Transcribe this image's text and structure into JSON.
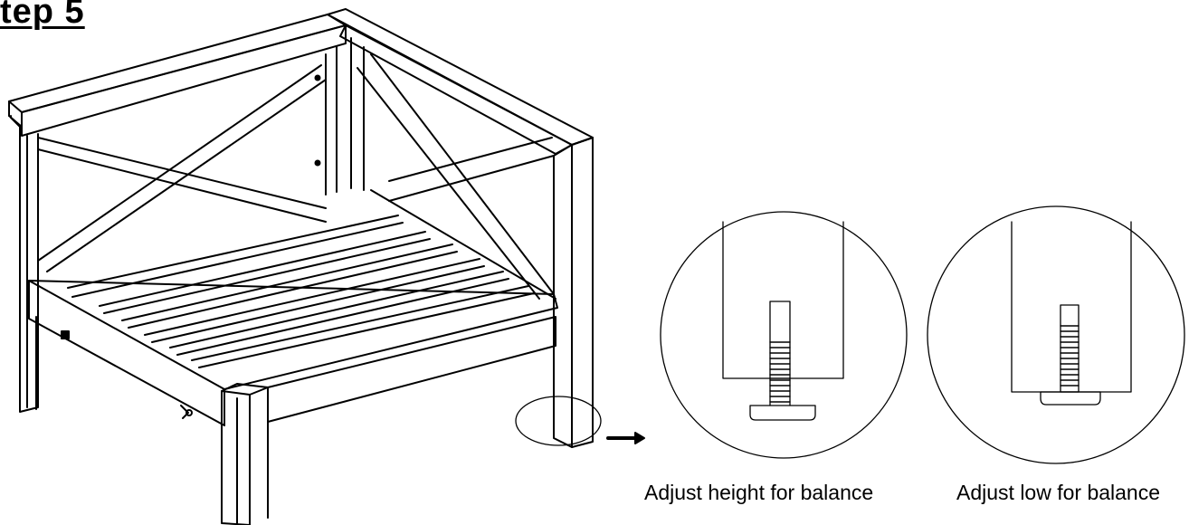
{
  "step_title": "tep 5",
  "captions": {
    "left": "Adjust height for balance",
    "right": "Adjust low for balance"
  },
  "icons": {
    "arrow": "right-arrow-icon"
  },
  "colors": {
    "line": "#000000",
    "background": "#ffffff"
  }
}
